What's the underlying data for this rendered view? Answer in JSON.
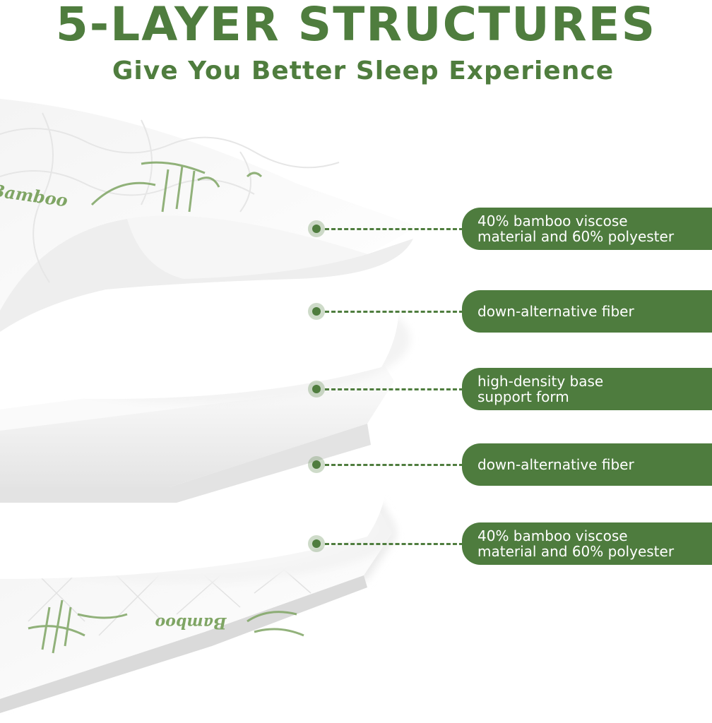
{
  "header": {
    "title": "5-LAYER STRUCTURES",
    "subtitle": "Give You Better Sleep Experience"
  },
  "product": {
    "fabric_print": "Bamboo"
  },
  "layers": [
    {
      "label": "40% bamboo viscose\nmaterial and 60% polyester"
    },
    {
      "label": "down-alternative fiber"
    },
    {
      "label": "high-density base\nsupport form"
    },
    {
      "label": "down-alternative fiber"
    },
    {
      "label": "40% bamboo viscose\nmaterial and 60% polyester"
    }
  ],
  "colors": {
    "brand_green": "#4f7d3e",
    "bamboo_print": "#7fa564",
    "layer_white": "#ffffff"
  }
}
